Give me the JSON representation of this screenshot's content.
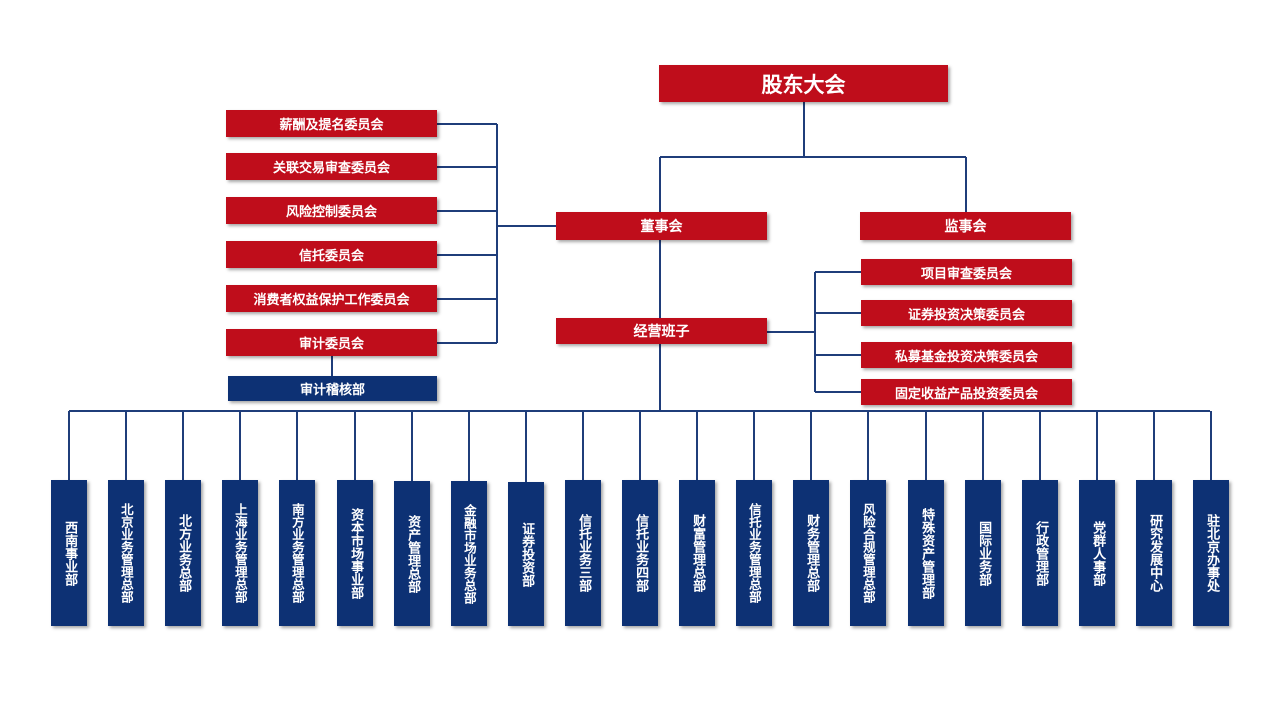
{
  "shareholders": "股东大会",
  "board": "董事会",
  "supervisors": "监事会",
  "management": "经营班子",
  "board_committees": [
    "薪酬及提名委员会",
    "关联交易审查委员会",
    "风险控制委员会",
    "信托委员会",
    "消费者权益保护工作委员会",
    "审计委员会"
  ],
  "audit_dept": "审计稽核部",
  "management_committees": [
    "项目审查委员会",
    "证券投资决策委员会",
    "私募基金投资决策委员会",
    "固定收益产品投资委员会"
  ],
  "departments": [
    "西南事业部",
    "北京业务管理总部",
    "北方业务总部",
    "上海业务管理总部",
    "南方业务管理总部",
    "资本市场事业部",
    "资产管理总部",
    "金融市场业务总部",
    "证券投资部",
    "信托业务三部",
    "信托业务四部",
    "财富管理总部",
    "信托业务管理总部",
    "财务管理总部",
    "风险合规管理总部",
    "特殊资产管理部",
    "国际业务部",
    "行政管理部",
    "党群人事部",
    "研究发展中心",
    "驻北京办事处"
  ],
  "colors": {
    "red": "#bf0d1b",
    "navy": "#0d3174",
    "line": "#1f3d7a"
  }
}
